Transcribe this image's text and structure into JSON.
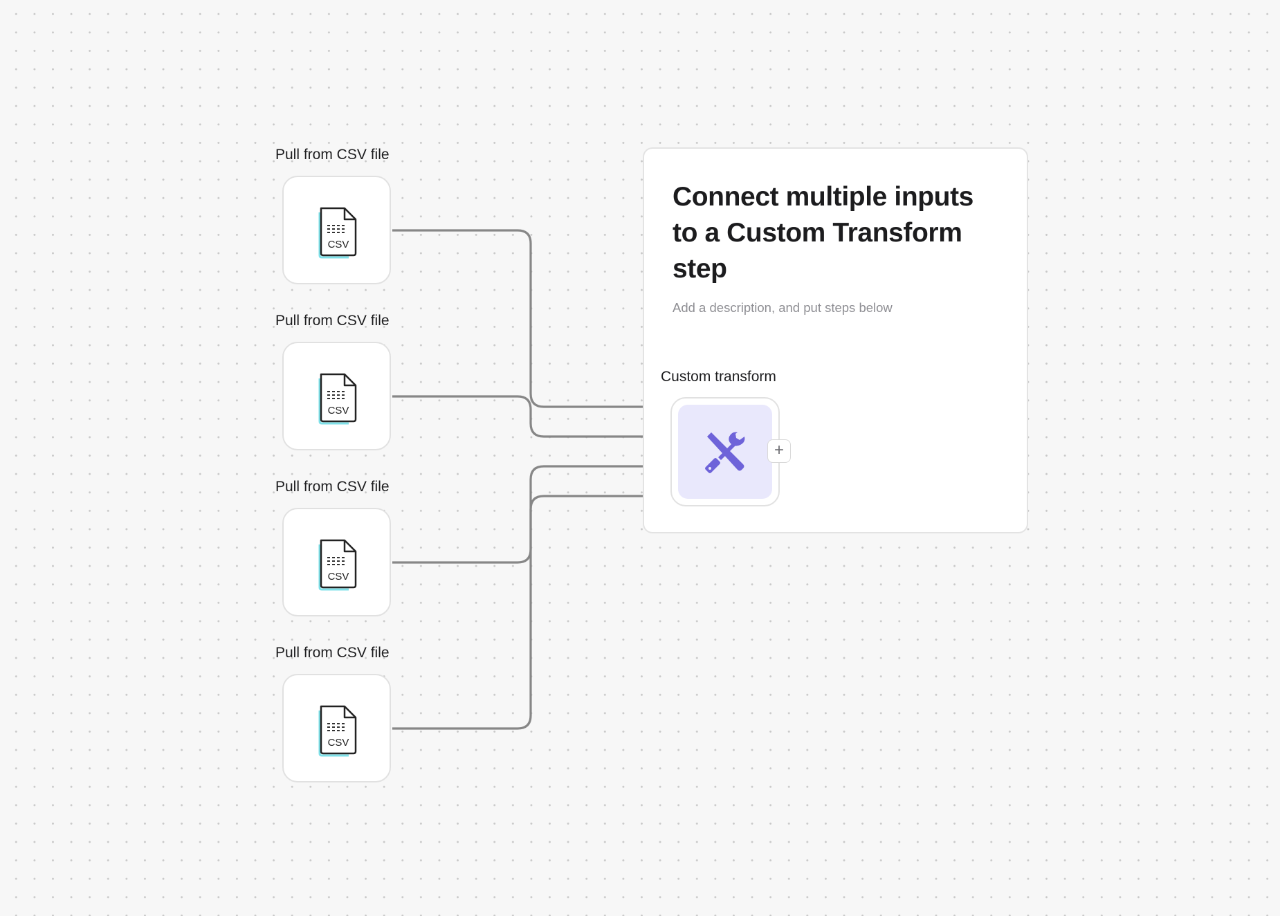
{
  "group": {
    "title": "Connect multiple inputs to a Custom Transform step",
    "description": "Add a description, and put steps below"
  },
  "sources": [
    {
      "label": "Pull from CSV file",
      "icon": "csv-file-icon",
      "icon_text": "CSV"
    },
    {
      "label": "Pull from CSV file",
      "icon": "csv-file-icon",
      "icon_text": "CSV"
    },
    {
      "label": "Pull from CSV file",
      "icon": "csv-file-icon",
      "icon_text": "CSV"
    },
    {
      "label": "Pull from CSV file",
      "icon": "csv-file-icon",
      "icon_text": "CSV"
    }
  ],
  "transform": {
    "label": "Custom transform",
    "icon": "wrench-screwdriver-icon",
    "add_button_label": "+"
  },
  "colors": {
    "background": "#f7f7f7",
    "accent": "#6e63d9",
    "accent_bg": "#e9e8fc",
    "edge": "#878787"
  }
}
